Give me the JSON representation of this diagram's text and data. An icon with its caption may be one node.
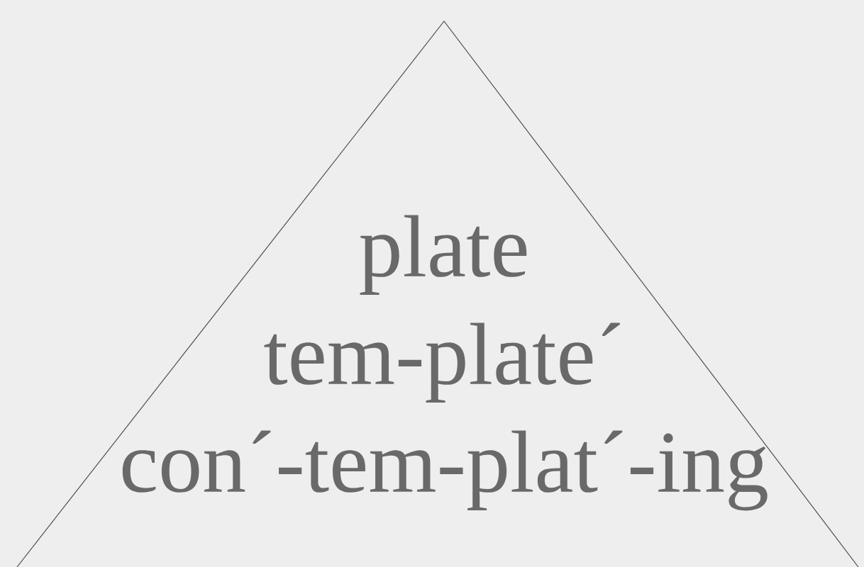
{
  "diagram": {
    "nodes": [
      {
        "text": [
          "plate",
          "tem-plate´",
          "con´-tem-plat´-ing"
        ]
      }
    ]
  }
}
